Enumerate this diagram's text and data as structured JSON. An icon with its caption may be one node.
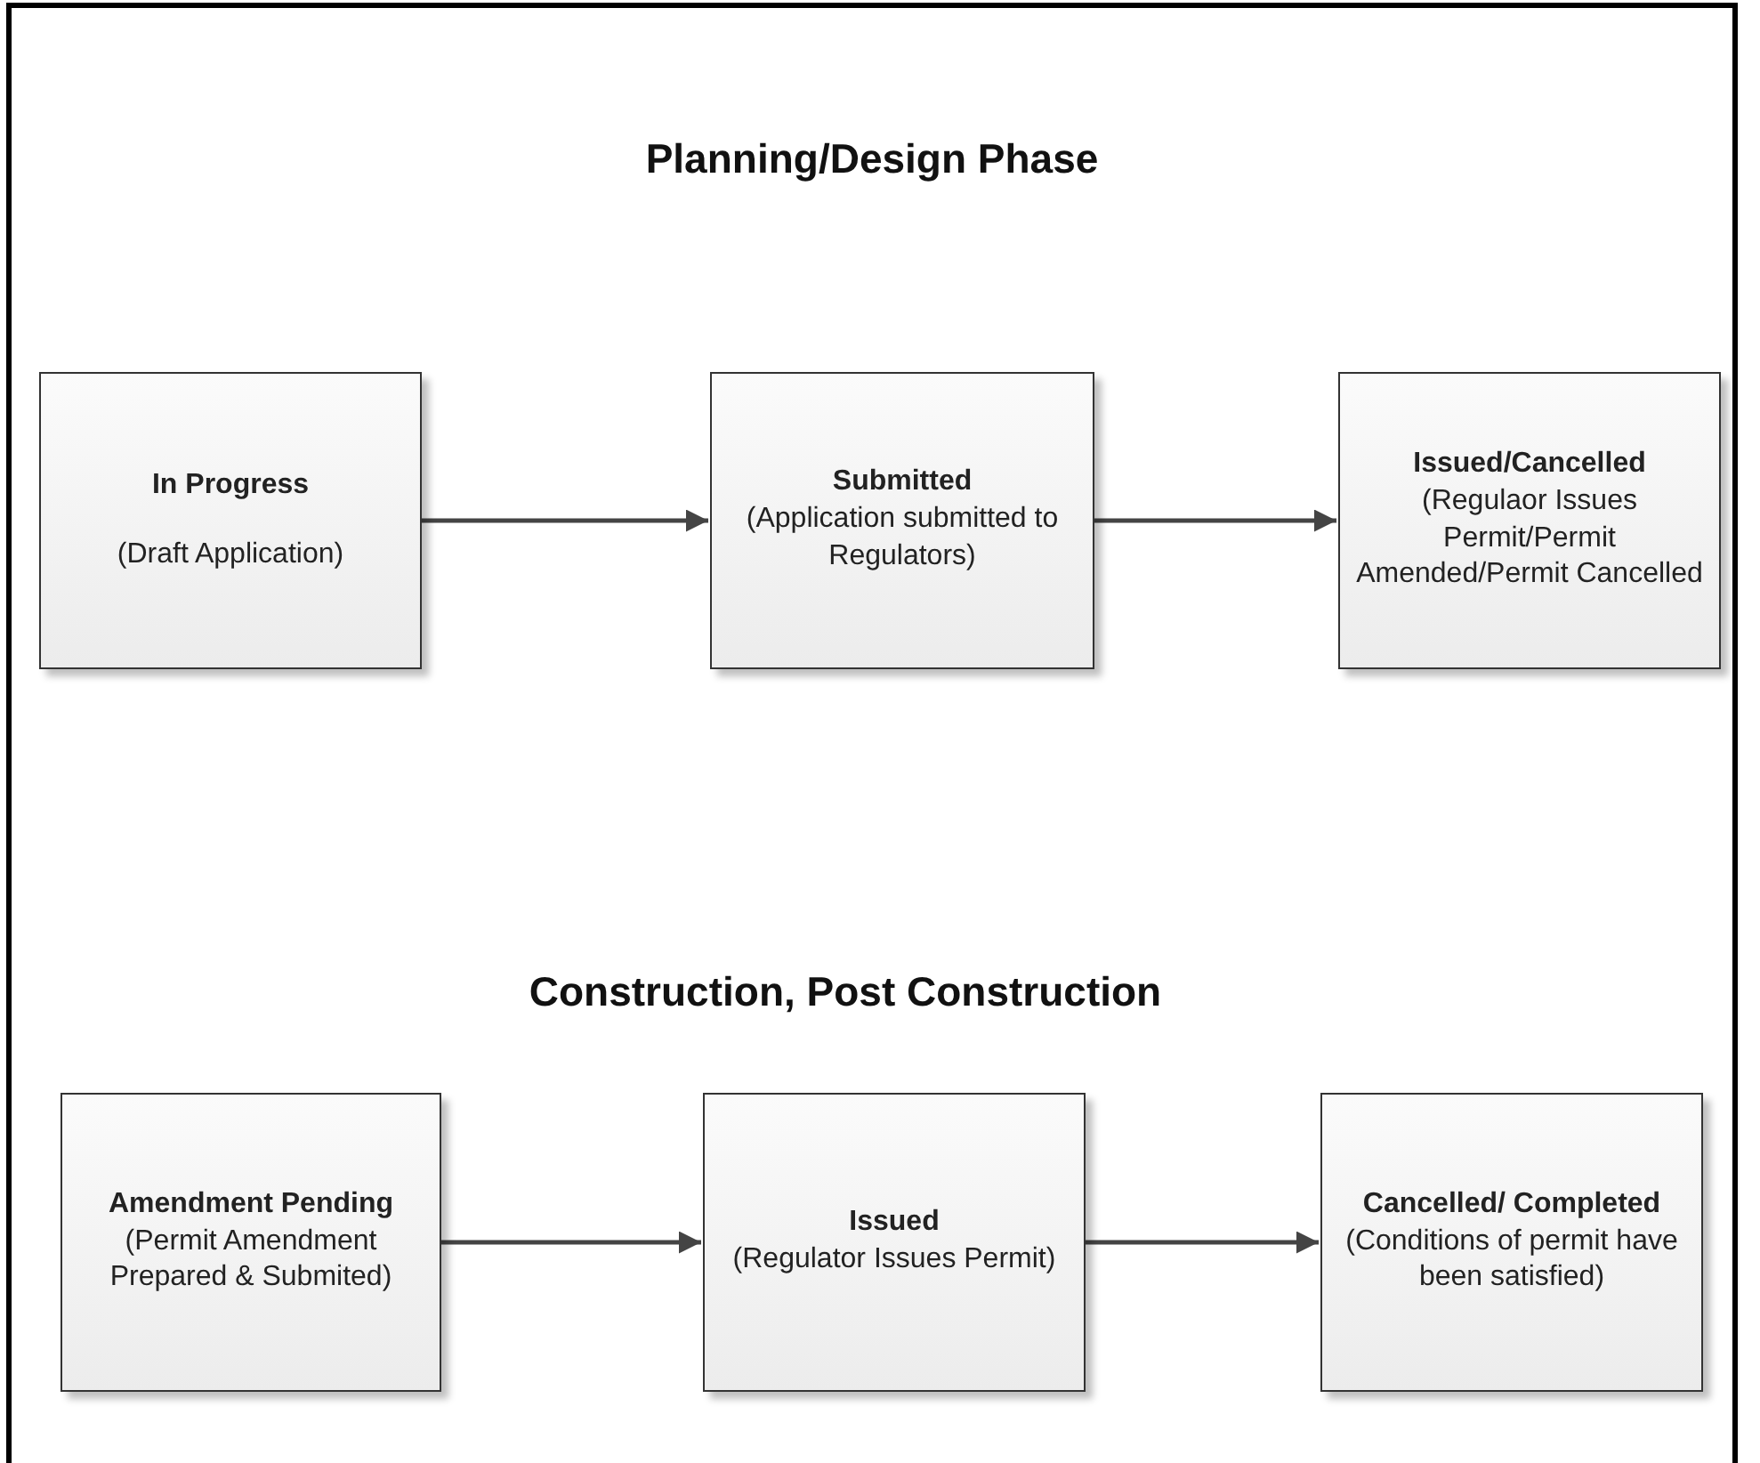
{
  "diagram": {
    "nodes": [
      {
        "text": [
          "In Progress",
          "(Draft Application)"
        ]
      },
      {
        "text": [
          "Submitted",
          "(Application submitted to Regulators)"
        ]
      },
      {
        "text": [
          "Issued/Cancelled",
          "(Regulaor Issues Permit/Permit Amended/Permit Cancelled"
        ]
      },
      {
        "text": [
          "Amendment Pending",
          "(Permit Amendment Prepared & Submited)"
        ]
      },
      {
        "text": [
          "Issued",
          "(Regulator Issues Permit)"
        ]
      },
      {
        "text": [
          "Cancelled/ Completed",
          "(Conditions of permit have been satisfied)"
        ]
      }
    ],
    "edges": [
      {
        "from": 0,
        "to": 1,
        "arrow": "to"
      },
      {
        "from": 1,
        "to": 2,
        "arrow": "to"
      },
      {
        "from": 3,
        "to": 4,
        "arrow": "to"
      },
      {
        "from": 4,
        "to": 5,
        "arrow": "to"
      }
    ],
    "labels": [
      "Planning/Design Phase",
      "Construction, Post Construction"
    ]
  }
}
